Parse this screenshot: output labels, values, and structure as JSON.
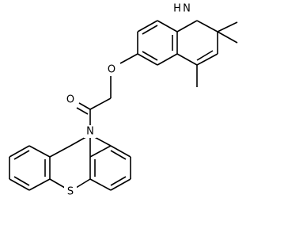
{
  "atoms": {
    "nh": "H",
    "n": "N",
    "o_ether": "O",
    "o_carbonyl": "O",
    "s": "S"
  },
  "colors": {
    "bond": "#000000",
    "background": "#ffffff"
  }
}
